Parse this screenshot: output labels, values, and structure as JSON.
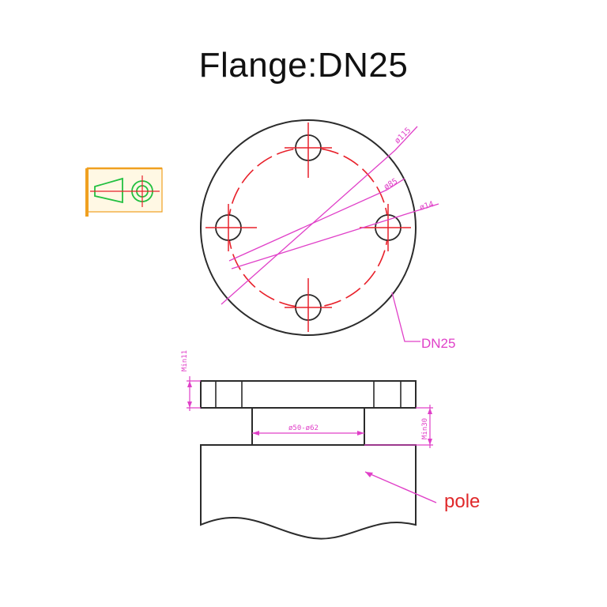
{
  "title": "Flange:DN25",
  "labels": {
    "d115": "ø115",
    "d85": "ø85",
    "d14": "ø14",
    "flange_callout": "DN25",
    "thickness": "Min11",
    "height": "Min30",
    "bore": "ø50-ø62",
    "pole": "pole"
  },
  "colors": {
    "outline": "#2b2b2b",
    "centerline": "#e8202a",
    "dimension": "#e040c8",
    "pole_label": "#e0282a",
    "projection_frame": "#f0a020",
    "projection_cone": "#22c040"
  }
}
